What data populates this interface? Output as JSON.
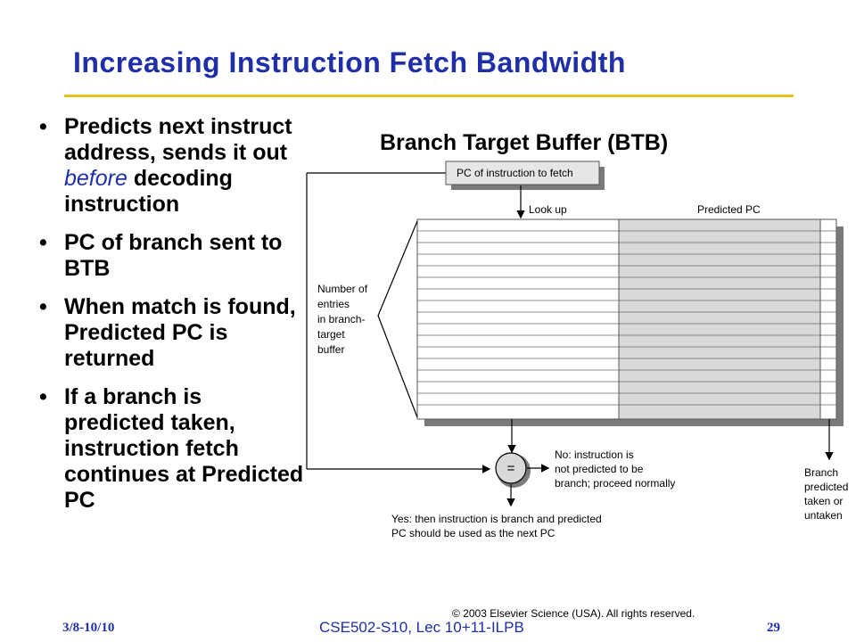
{
  "slide": {
    "title": "Increasing Instruction Fetch Bandwidth",
    "bullets": [
      {
        "pre": "Predicts next instruct address, sends it out ",
        "em": "before",
        "post": " decoding instruction"
      },
      {
        "pre": "PC of branch sent to BTB",
        "em": "",
        "post": ""
      },
      {
        "pre": "When match is found, Predicted PC is returned",
        "em": "",
        "post": ""
      },
      {
        "pre": "If a branch is predicted taken, instruction fetch continues at Predicted PC",
        "em": "",
        "post": ""
      }
    ],
    "bullet_glyph": "•"
  },
  "diagram": {
    "title": "Branch Target Buffer (BTB)",
    "pc_box": "PC of instruction to fetch",
    "lookup": "Look up",
    "predicted_pc": "Predicted PC",
    "entries_label": [
      "Number of",
      "entries",
      "in branch-",
      "target",
      "buffer"
    ],
    "compare_symbol": "=",
    "no_label": [
      "No:  instruction is",
      "not predicted to be",
      "branch; proceed normally"
    ],
    "yes_label": [
      "Yes:  then instruction is branch and predicted",
      "PC should be used as the next PC"
    ],
    "branch_label": [
      "Branch",
      "predicted",
      "taken or",
      "untaken"
    ],
    "copyright": "© 2003 Elsevier Science (USA). All rights reserved."
  },
  "footer": {
    "date": "3/8-10/10",
    "course": "CSE502-S10, Lec 10+11-ILPB",
    "page": "29"
  },
  "colors": {
    "title": "#1f2fa8",
    "rule": "#e7c11c",
    "table_left": "#ffffff",
    "table_right": "#d9d9d9",
    "shadow": "#7a7a7a"
  }
}
